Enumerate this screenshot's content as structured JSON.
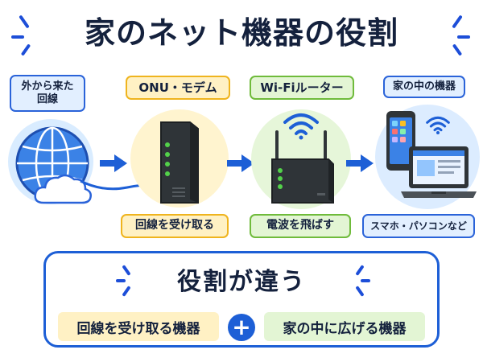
{
  "title": "家のネット機器の役割",
  "nodes": [
    {
      "top_label": "外から来た\n回線"
    },
    {
      "top_label": "ONU・モデム",
      "bottom_label": "回線を受け取る"
    },
    {
      "top_label": "Wi-Fiルーター",
      "bottom_label": "電波を飛ばす"
    },
    {
      "top_label": "家の中の機器",
      "bottom_label": "スマホ・パソコンなど"
    }
  ],
  "summary": {
    "heading": "役割が違う",
    "left": "回線を受け取る機器",
    "plus": "+",
    "right": "家の中に広げる機器"
  },
  "colors": {
    "accent": "#1d5fd6",
    "yellow": "#efb41e",
    "green": "#6fbb3b",
    "device": "#2f3438"
  },
  "icons": [
    "globe-icon",
    "cloud-icon",
    "arrow-right-icon",
    "onu-device-icon",
    "wifi-icon",
    "router-icon",
    "smartphone-icon",
    "laptop-icon",
    "plus-icon"
  ]
}
